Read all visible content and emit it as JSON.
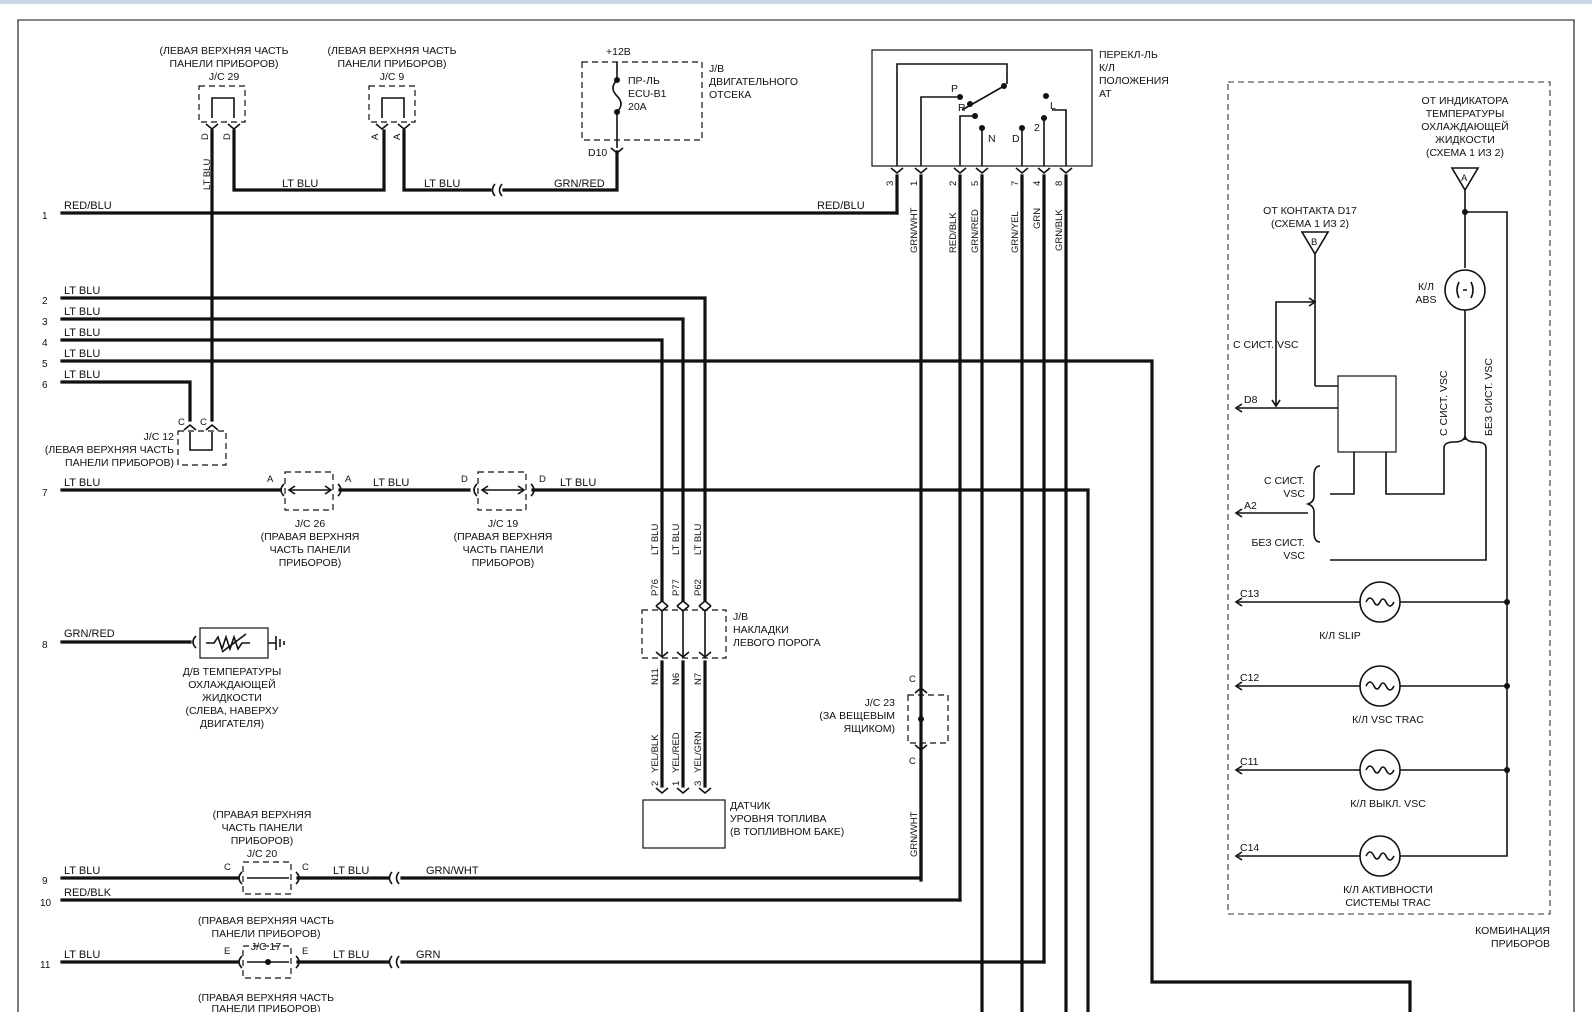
{
  "wires": {
    "w1": {
      "num": "1",
      "color": "RED/BLU",
      "end_color": "RED/BLU"
    },
    "w2": {
      "num": "2",
      "color": "LT BLU"
    },
    "w3": {
      "num": "3",
      "color": "LT BLU"
    },
    "w4": {
      "num": "4",
      "color": "LT BLU"
    },
    "w5": {
      "num": "5",
      "color": "LT BLU"
    },
    "w6": {
      "num": "6",
      "color": "LT BLU"
    },
    "w7": {
      "num": "7",
      "color": "LT BLU",
      "mid": "LT BLU",
      "end": "LT BLU"
    },
    "w8": {
      "num": "8",
      "color": "GRN/RED"
    },
    "w9": {
      "num": "9",
      "color": "LT BLU",
      "mid": "LT BLU",
      "end": "GRN/WHT"
    },
    "w10": {
      "num": "10",
      "color": "RED/BLK"
    },
    "w11": {
      "num": "11",
      "color": "LT BLU",
      "mid": "LT BLU",
      "end": "GRN"
    }
  },
  "top": {
    "jc29_loc": "(ЛЕВАЯ ВЕРХНЯЯ ЧАСТЬ",
    "jc29_loc2": "ПАНЕЛИ ПРИБОРОВ)",
    "jc29": "J/C 29",
    "jc9_loc": "(ЛЕВАЯ ВЕРХНЯЯ ЧАСТЬ",
    "jc9_loc2": "ПАНЕЛИ ПРИБОРОВ)",
    "jc9": "J/C 9",
    "wire_ltblu_a": "LT BLU",
    "wire_ltblu_b": "LT BLU",
    "wire_ltblu_c": "LT BLU",
    "wire_grnred": "GRN/RED",
    "pin_d": "D",
    "pin_a": "A",
    "plus12": "+12В",
    "fuse1": "ПР-ЛЬ",
    "fuse2": "ECU-B1",
    "fuse3": "20A",
    "jb_title1": "J/B",
    "jb_title2": "ДВИГАТЕЛЬНОГО",
    "jb_title3": "ОТСЕКА",
    "d10": "D10"
  },
  "switch": {
    "title1": "ПЕРЕКЛ-ЛЬ",
    "title2": "К/Л",
    "title3": "ПОЛОЖЕНИЯ",
    "title4": "АТ",
    "P": "P",
    "R": "R",
    "N": "N",
    "D": "D",
    "two": "2",
    "L": "L",
    "pins": [
      "3",
      "1",
      "2",
      "5",
      "7",
      "4",
      "8"
    ],
    "wires": [
      "GRN/WHT",
      "RED/BLK",
      "GRN/RED",
      "GRN/YEL",
      "GRN",
      "GRN/BLK"
    ]
  },
  "jc12": {
    "pin": "C",
    "name": "J/C 12",
    "loc1": "(ЛЕВАЯ ВЕРХНЯЯ ЧАСТЬ",
    "loc2": "ПАНЕЛИ ПРИБОРОВ)"
  },
  "jc26": {
    "pin": "A",
    "name": "J/C 26",
    "loc1": "(ПРАВАЯ ВЕРХНЯЯ",
    "loc2": "ЧАСТЬ ПАНЕЛИ",
    "loc3": "ПРИБОРОВ)"
  },
  "jc19": {
    "pin": "D",
    "name": "J/C 19",
    "loc1": "(ПРАВАЯ ВЕРХНЯЯ",
    "loc2": "ЧАСТЬ ПАНЕЛИ",
    "loc3": "ПРИБОРОВ)"
  },
  "sensor": {
    "l1": "Д/В ТЕМПЕРАТУРЫ",
    "l2": "ОХЛАЖДАЮЩЕЙ",
    "l3": "ЖИДКОСТИ",
    "l4": "(СЛЕВА, НАВЕРХУ",
    "l5": "ДВИГАТЕЛЯ)"
  },
  "sill": {
    "wires_top": [
      "LT BLU",
      "LT BLU",
      "LT BLU"
    ],
    "pins_top": [
      "P76",
      "P77",
      "P62"
    ],
    "title1": "J/B",
    "title2": "НАКЛАДКИ",
    "title3": "ЛЕВОГО ПОРОГА",
    "pins_bot": [
      "N11",
      "N6",
      "N7"
    ],
    "wires_bot": [
      "YEL/BLK",
      "YEL/RED",
      "YEL/GRN"
    ],
    "pins_gauge": [
      "2",
      "1",
      "3"
    ]
  },
  "gauge": {
    "l1": "ДАТЧИК",
    "l2": "УРОВНЯ ТОПЛИВА",
    "l3": "(В ТОПЛИВНОМ БАКЕ)"
  },
  "jc23": {
    "pin": "C",
    "name": "J/C 23",
    "loc1": "(ЗА ВЕЩЕВЫМ",
    "loc2": "ЯЩИКОМ)",
    "wire": "GRN/WHT"
  },
  "jc20": {
    "loc1": "(ПРАВАЯ ВЕРХНЯЯ",
    "loc2": "ЧАСТЬ ПАНЕЛИ",
    "loc3": "ПРИБОРОВ)",
    "name": "J/C 20",
    "pin": "C",
    "below1": "(ПРАВАЯ ВЕРХНЯЯ ЧАСТЬ",
    "below2": "ПАНЕЛИ ПРИБОРОВ)"
  },
  "jc17": {
    "name": "J/C 17",
    "pin": "E",
    "loc1": "(ПРАВАЯ ВЕРХНЯЯ ЧАСТЬ",
    "loc2": "ПАНЕЛИ ПРИБОРОВ)"
  },
  "cluster": {
    "temp1": "ОТ ИНДИКАТОРА",
    "temp2": "ТЕМПЕРАТУРЫ",
    "temp3": "ОХЛАЖДАЮЩЕЙ",
    "temp4": "ЖИДКОСТИ",
    "temp5": "(СХЕМА 1 ИЗ 2)",
    "a": "A",
    "d17_1": "ОТ КОНТАКТА D17",
    "d17_2": "(СХЕМА 1 ИЗ 2)",
    "b": "B",
    "abs1": "К/Л",
    "abs2": "ABS",
    "vsc_from": "С СИСТ. VSC",
    "d8": "D8",
    "vsc_with_v": "С СИСТ. VSC",
    "vsc_without_v": "БЕЗ СИСТ. VSC",
    "with1": "С СИСТ.",
    "with2": "VSC",
    "a2": "A2",
    "without1": "БЕЗ СИСТ.",
    "without2": "VSC",
    "c13": "C13",
    "slip": "К/Л SLIP",
    "c12": "C12",
    "trac": "К/Л VSC TRAC",
    "c11": "C11",
    "vscoff": "К/Л ВЫКЛ. VSC",
    "c14": "C14",
    "act1": "К/Л АКТИВНОСТИ",
    "act2": "СИСТЕМЫ TRAC",
    "cluster1": "КОМБИНАЦИЯ",
    "cluster2": "ПРИБОРОВ"
  }
}
